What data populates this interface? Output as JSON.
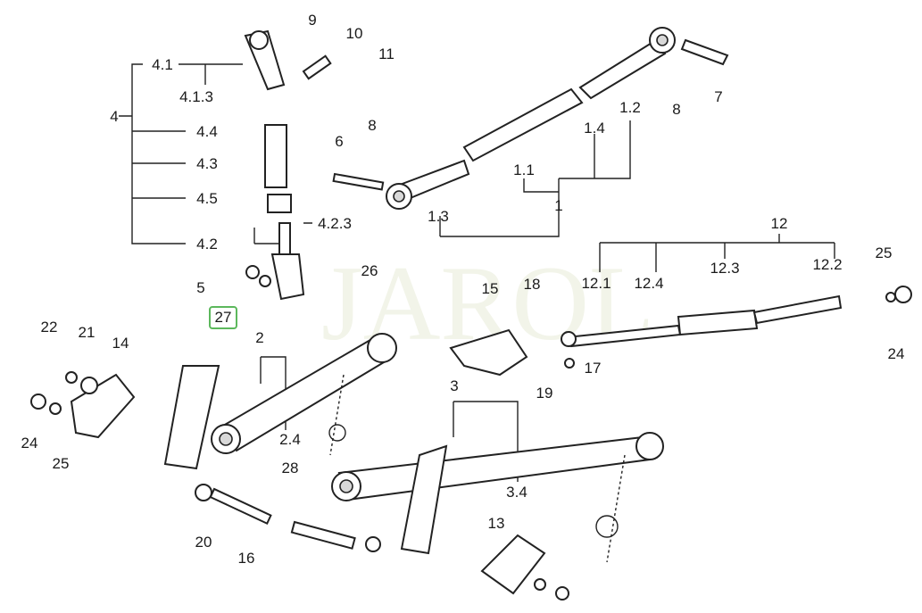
{
  "diagram": {
    "watermark": "JAROL",
    "highlight_color": "#5cb85c",
    "highlighted_label": "27",
    "labels": [
      "9",
      "10",
      "11",
      "4.1",
      "4.1.3",
      "4",
      "4.4",
      "4.3",
      "4.5",
      "4.2",
      "4.2.3",
      "8",
      "6",
      "7",
      "8",
      "1.2",
      "1.4",
      "1.1",
      "1.3",
      "1",
      "12",
      "12.1",
      "12.4",
      "12.3",
      "12.2",
      "25",
      "24",
      "18",
      "15",
      "26",
      "5",
      "27",
      "22",
      "21",
      "14",
      "24",
      "25",
      "2",
      "2.4",
      "17",
      "19",
      "3",
      "3.4",
      "28",
      "20",
      "16",
      "13"
    ]
  }
}
